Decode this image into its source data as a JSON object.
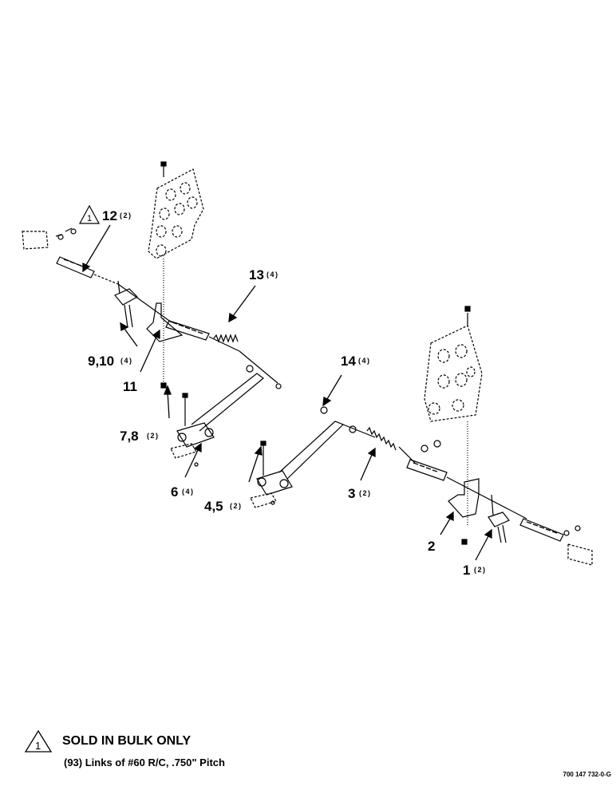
{
  "callouts": [
    {
      "id": "c12",
      "label": "12",
      "qty": "(2)",
      "flag": "1"
    },
    {
      "id": "c13",
      "label": "13",
      "qty": "(4)"
    },
    {
      "id": "c9-10",
      "label": "9,10",
      "qty": "(4)"
    },
    {
      "id": "c11",
      "label": "11",
      "qty": ""
    },
    {
      "id": "c7-8",
      "label": "7,8",
      "qty": "(2)"
    },
    {
      "id": "c14",
      "label": "14",
      "qty": "(4)"
    },
    {
      "id": "c6",
      "label": "6",
      "qty": "(4)"
    },
    {
      "id": "c4-5",
      "label": "4,5",
      "qty": "(2)"
    },
    {
      "id": "c3",
      "label": "3",
      "qty": "(2)"
    },
    {
      "id": "c2",
      "label": "2",
      "qty": ""
    },
    {
      "id": "c1",
      "label": "1",
      "qty": "(2)"
    }
  ],
  "note": {
    "flag": "1",
    "title": "SOLD IN BULK ONLY",
    "detail": "(93) Links of #60 R/C, .750\" Pitch"
  },
  "drawing_code": "700 147 732-0-G"
}
